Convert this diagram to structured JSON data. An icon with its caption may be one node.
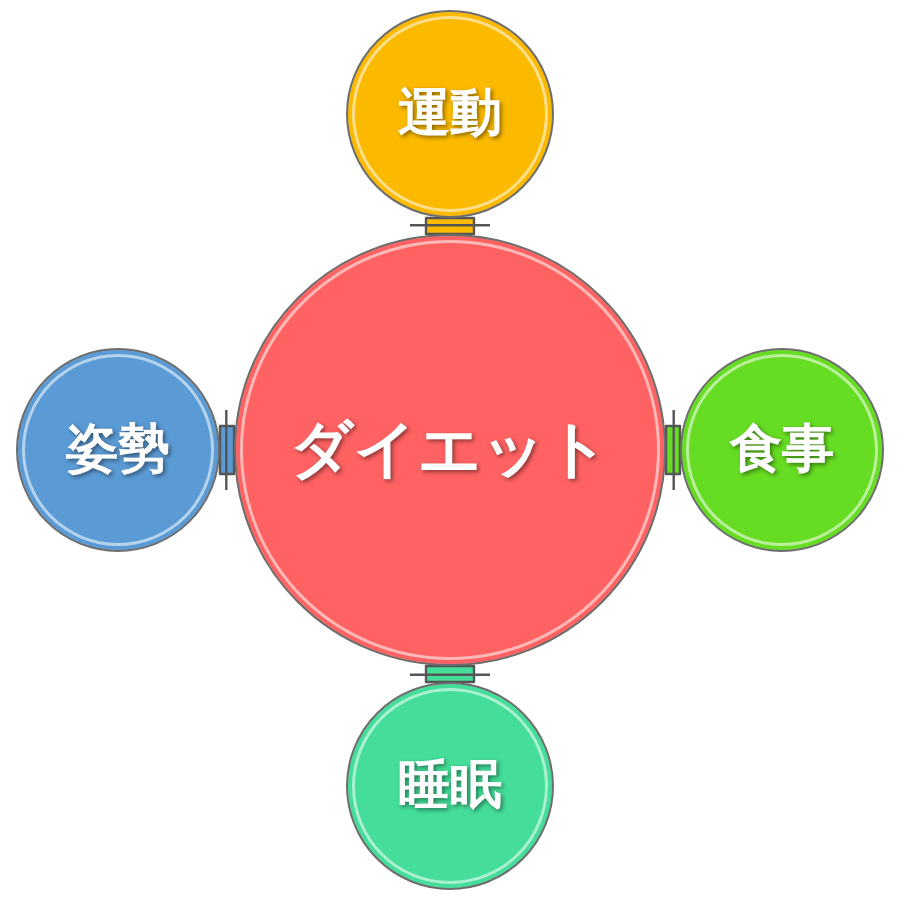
{
  "diagram": {
    "nodes": [
      {
        "text": [
          "運動"
        ]
      },
      {
        "text": [
          "姿勢"
        ]
      },
      {
        "text": [
          "ダイエット"
        ]
      },
      {
        "text": [
          "食事"
        ]
      },
      {
        "text": [
          "睡眠"
        ]
      }
    ],
    "edges": [
      {
        "from": 2,
        "to": 0,
        "arrow": "none"
      },
      {
        "from": 2,
        "to": 1,
        "arrow": "none"
      },
      {
        "from": 2,
        "to": 3,
        "arrow": "none"
      },
      {
        "from": 2,
        "to": 4,
        "arrow": "none"
      }
    ]
  }
}
